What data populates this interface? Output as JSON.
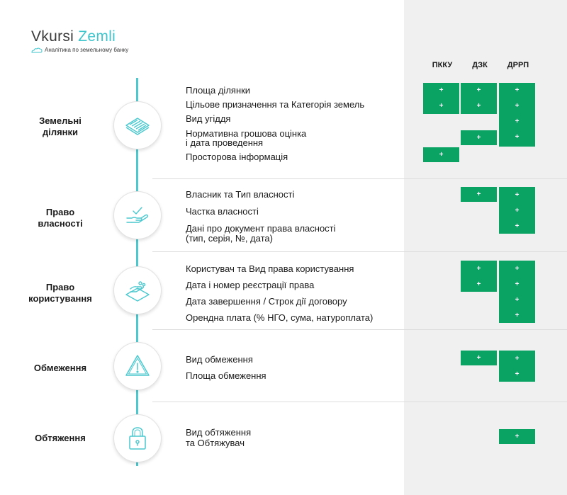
{
  "logo": {
    "word1": "Vkursi",
    "word2": "Zemli",
    "subtitle": "Аналітика по земельному банку"
  },
  "columns": [
    "ПККУ",
    "ДЗК",
    "ДРРП"
  ],
  "mark": "+",
  "colors": {
    "accent": "#0aa363",
    "timeline": "#4cc9cf",
    "brand": "#3fc4cc"
  },
  "sections": [
    {
      "label": [
        "Земельні",
        "ділянки"
      ],
      "icon": "land-plot-icon",
      "items": [
        "Площа ділянки",
        "Цільове призначення та Категорія земель",
        "Вид угіддя",
        "Нормативна грошова оцінка",
        "і дата проведення",
        "Просторова інформація"
      ]
    },
    {
      "label": [
        "Право",
        "власності"
      ],
      "icon": "hand-check-icon",
      "items": [
        "Власник та Тип власності",
        "Частка власності",
        "Дані про документ права власності",
        "(тип, серія, №, дата)"
      ]
    },
    {
      "label": [
        "Право",
        "користування"
      ],
      "icon": "hand-land-icon",
      "items": [
        "Користувач та Вид права користування",
        "Дата і номер реєстрації права",
        "Дата завершення / Строк дії договору",
        "Орендна плата (% НГО, сума, натуроплата)"
      ]
    },
    {
      "label": [
        "Обмеження"
      ],
      "icon": "warning-icon",
      "items": [
        "Вид обмеження",
        "Площа обмеження"
      ]
    },
    {
      "label": [
        "Обтяження"
      ],
      "icon": "lock-icon",
      "items": [
        "Вид обтяження",
        "та Обтяжувач"
      ]
    }
  ]
}
